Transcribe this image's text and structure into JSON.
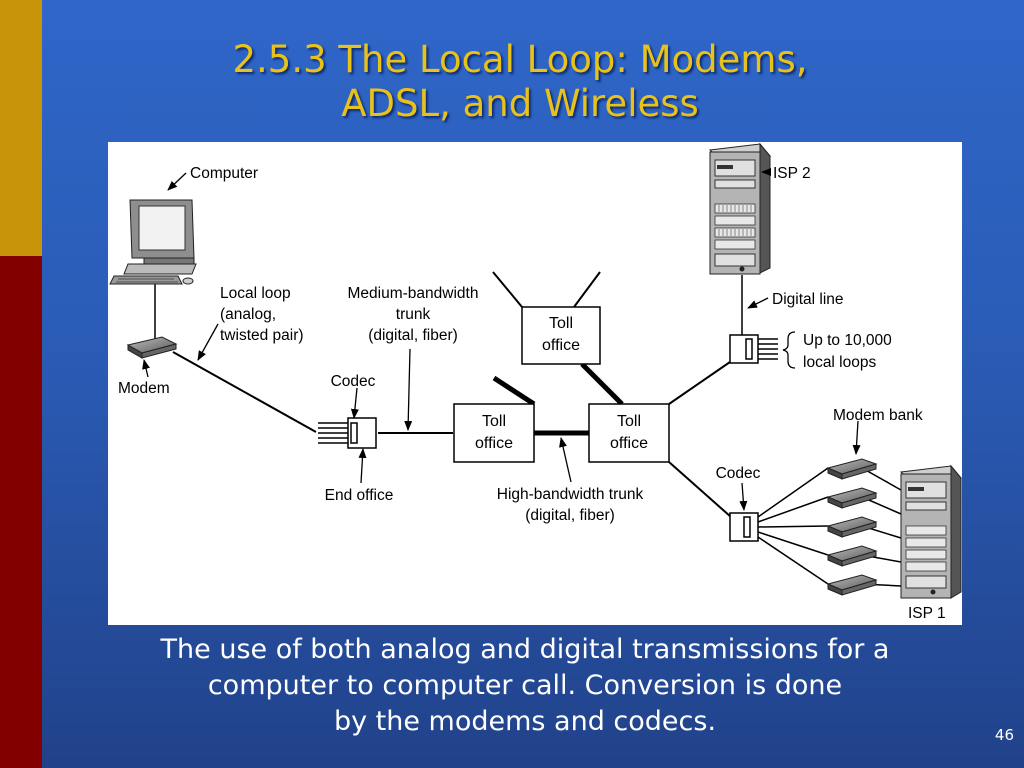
{
  "title": {
    "line1": "2.5.3 The Local Loop: Modems,",
    "line2": "ADSL, and Wireless"
  },
  "diagram": {
    "computer": "Computer",
    "modem": "Modem",
    "local_loop": [
      "Local loop",
      "(analog,",
      "twisted pair)"
    ],
    "codec_left": "Codec",
    "end_office": "End office",
    "medium_trunk": [
      "Medium-bandwidth",
      "trunk",
      "(digital, fiber)"
    ],
    "toll_office_top": [
      "Toll",
      "office"
    ],
    "toll_office_left": [
      "Toll",
      "office"
    ],
    "toll_office_right": [
      "Toll",
      "office"
    ],
    "high_trunk": [
      "High-bandwidth trunk",
      "(digital, fiber)"
    ],
    "isp2": "ISP 2",
    "digital_line": "Digital line",
    "local_loops_count": [
      "Up to 10,000",
      "local loops"
    ],
    "modem_bank": "Modem bank",
    "codec_right": "Codec",
    "isp1": "ISP 1"
  },
  "caption": {
    "line1": "The use of both analog and digital transmissions for a",
    "line2": "computer to computer call.  Conversion is done",
    "line3": "by the modems and codecs."
  },
  "slide_number": "46"
}
